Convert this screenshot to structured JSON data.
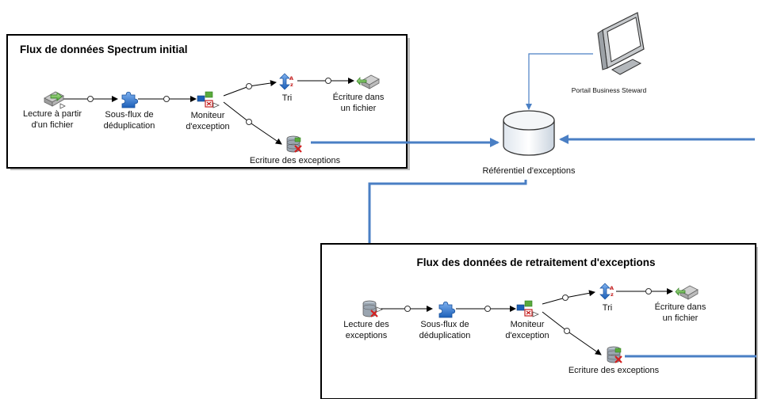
{
  "flow_initial": {
    "title": "Flux de données Spectrum initial",
    "read_label_1": "Lecture à partir",
    "read_label_2": "d'un fichier",
    "subflow_label_1": "Sous-flux de",
    "subflow_label_2": "déduplication",
    "monitor_label_1": "Moniteur",
    "monitor_label_2": "d'exception",
    "sort_label": "Tri",
    "write_file_label_1": "Écriture dans",
    "write_file_label_2": "un fichier",
    "write_exceptions_label": "Ecriture des exceptions"
  },
  "portal": {
    "label": "Portail Business Steward"
  },
  "repository": {
    "label": "Référentiel d'exceptions"
  },
  "flow_reprocess": {
    "title": "Flux des données de retraitement d'exceptions",
    "read_label_1": "Lecture des",
    "read_label_2": "exceptions",
    "subflow_label_1": "Sous-flux de",
    "subflow_label_2": "déduplication",
    "monitor_label_1": "Moniteur",
    "monitor_label_2": "d'exception",
    "sort_label": "Tri",
    "write_file_label_1": "Écriture dans",
    "write_file_label_2": "un fichier",
    "write_exceptions_label": "Ecriture des exceptions"
  },
  "colors": {
    "connector_blue": "#4a7fc4",
    "box_border": "#000000"
  },
  "icons": [
    "file-reader-icon",
    "puzzle-icon",
    "exception-monitor-icon",
    "sort-icon",
    "file-writer-icon",
    "database-write-icon",
    "database-read-icon",
    "monitor-icon",
    "database-icon"
  ]
}
